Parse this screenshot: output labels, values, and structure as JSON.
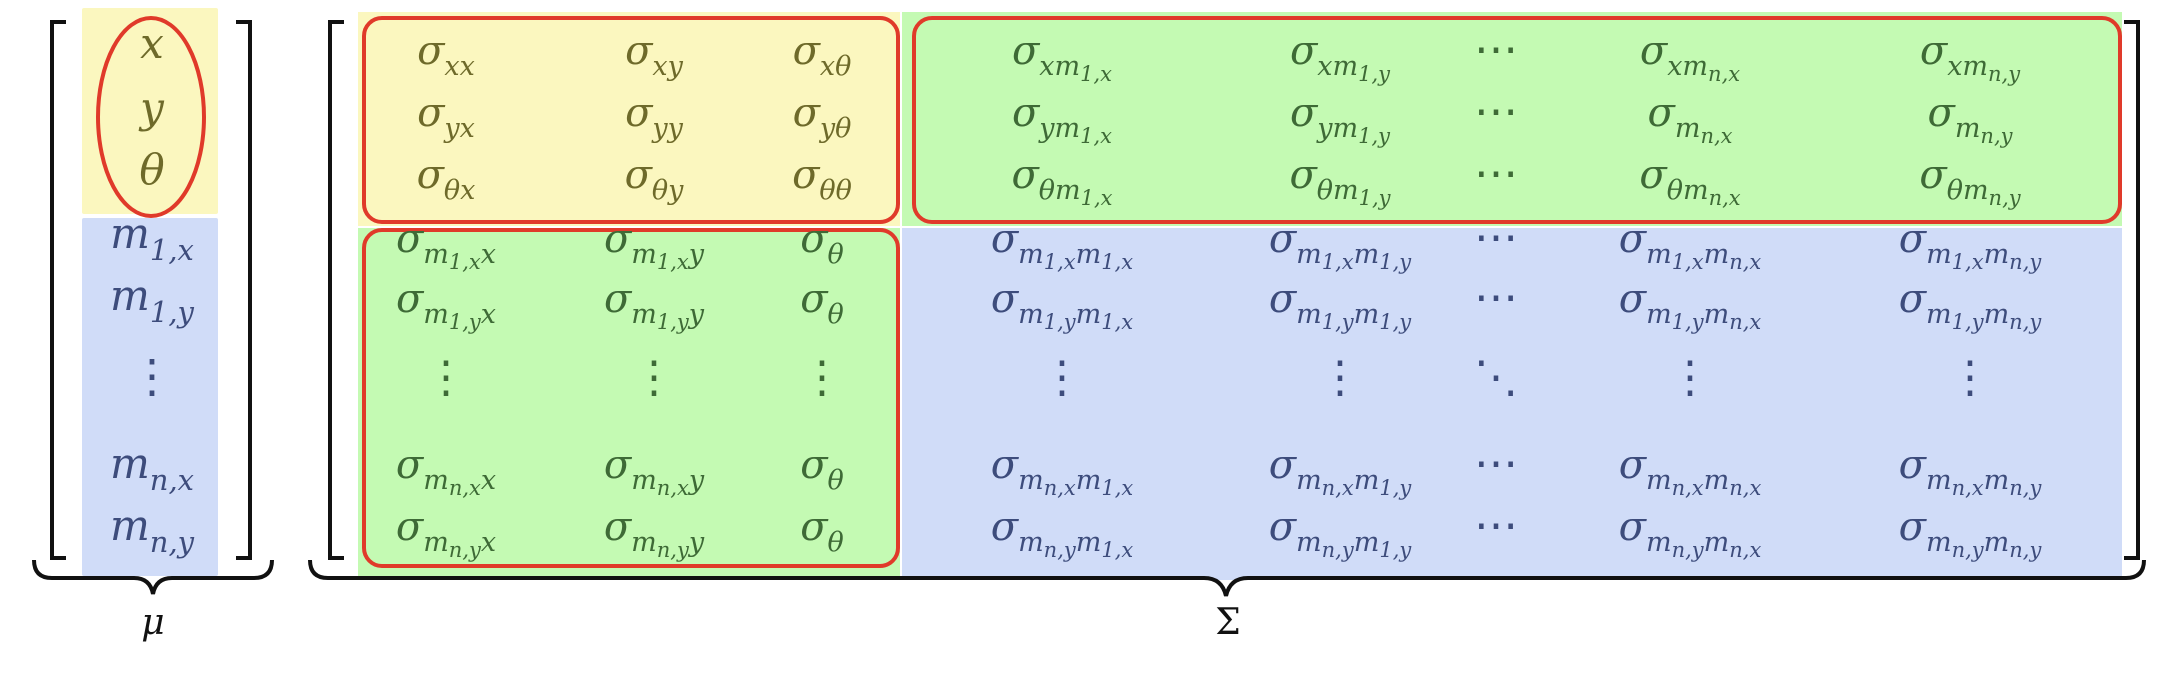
{
  "colors": {
    "pose_fill": "#fbf7bf",
    "cross_fill": "#c4fab3",
    "landmark_fill": "#d0dcf8",
    "highlight_stroke": "#e03a2a",
    "text_pose": "#6e6a2a",
    "text_cross": "#3e6a36",
    "text_landmark": "#3d4c7c",
    "bracket": "#111111"
  },
  "mu": {
    "label": "μ",
    "entries": [
      {
        "base": "x",
        "sub": ""
      },
      {
        "base": "y",
        "sub": ""
      },
      {
        "base": "θ",
        "sub": ""
      },
      {
        "base": "m",
        "sub": "1,x"
      },
      {
        "base": "m",
        "sub": "1,y"
      },
      {
        "base": "⋮",
        "sub": ""
      },
      {
        "base": "m",
        "sub": "n,x"
      },
      {
        "base": "m",
        "sub": "n,y"
      }
    ]
  },
  "sigma": {
    "label": "Σ",
    "rows": [
      [
        {
          "base": "σ",
          "sub": "xx"
        },
        {
          "base": "σ",
          "sub": "xy"
        },
        {
          "base": "σ",
          "sub": "xθ"
        },
        {
          "base": "σ",
          "sub": "xm",
          "subsub": "1,x"
        },
        {
          "base": "σ",
          "sub": "xm",
          "subsub": "1,y"
        },
        {
          "base": "⋯",
          "sub": ""
        },
        {
          "base": "σ",
          "sub": "xm",
          "subsub": "n,x"
        },
        {
          "base": "σ",
          "sub": "xm",
          "subsub": "n,y"
        }
      ],
      [
        {
          "base": "σ",
          "sub": "yx"
        },
        {
          "base": "σ",
          "sub": "yy"
        },
        {
          "base": "σ",
          "sub": "yθ"
        },
        {
          "base": "σ",
          "sub": "ym",
          "subsub": "1,x"
        },
        {
          "base": "σ",
          "sub": "ym",
          "subsub": "1,y"
        },
        {
          "base": "⋯",
          "sub": ""
        },
        {
          "base": "σ",
          "sub": "m",
          "subsub": "n,x"
        },
        {
          "base": "σ",
          "sub": "m",
          "subsub": "n,y"
        }
      ],
      [
        {
          "base": "σ",
          "sub": "θx"
        },
        {
          "base": "σ",
          "sub": "θy"
        },
        {
          "base": "σ",
          "sub": "θθ"
        },
        {
          "base": "σ",
          "sub": "θm",
          "subsub": "1,x"
        },
        {
          "base": "σ",
          "sub": "θm",
          "subsub": "1,y"
        },
        {
          "base": "⋯",
          "sub": ""
        },
        {
          "base": "σ",
          "sub": "θm",
          "subsub": "n,x"
        },
        {
          "base": "σ",
          "sub": "θm",
          "subsub": "n,y"
        }
      ],
      [
        {
          "base": "σ",
          "sub": "m",
          "subsub": "1,x",
          "tail": "x"
        },
        {
          "base": "σ",
          "sub": "m",
          "subsub": "1,x",
          "tail": "y"
        },
        {
          "base": "σ",
          "sub": "θ"
        },
        {
          "base": "σ",
          "sub": "m",
          "subsub": "1,x",
          "tail": "m",
          "tailsub": "1,x"
        },
        {
          "base": "σ",
          "sub": "m",
          "subsub": "1,x",
          "tail": "m",
          "tailsub": "1,y"
        },
        {
          "base": "⋯",
          "sub": ""
        },
        {
          "base": "σ",
          "sub": "m",
          "subsub": "1,x",
          "tail": "m",
          "tailsub": "n,x"
        },
        {
          "base": "σ",
          "sub": "m",
          "subsub": "1,x",
          "tail": "m",
          "tailsub": "n,y"
        }
      ],
      [
        {
          "base": "σ",
          "sub": "m",
          "subsub": "1,y",
          "tail": "x"
        },
        {
          "base": "σ",
          "sub": "m",
          "subsub": "1,y",
          "tail": "y"
        },
        {
          "base": "σ",
          "sub": "θ"
        },
        {
          "base": "σ",
          "sub": "m",
          "subsub": "1,y",
          "tail": "m",
          "tailsub": "1,x"
        },
        {
          "base": "σ",
          "sub": "m",
          "subsub": "1,y",
          "tail": "m",
          "tailsub": "1,y"
        },
        {
          "base": "⋯",
          "sub": ""
        },
        {
          "base": "σ",
          "sub": "m",
          "subsub": "1,y",
          "tail": "m",
          "tailsub": "n,x"
        },
        {
          "base": "σ",
          "sub": "m",
          "subsub": "1,y",
          "tail": "m",
          "tailsub": "n,y"
        }
      ],
      [
        {
          "base": "⋮",
          "sub": ""
        },
        {
          "base": "⋮",
          "sub": ""
        },
        {
          "base": "⋮",
          "sub": ""
        },
        {
          "base": "⋮",
          "sub": ""
        },
        {
          "base": "⋮",
          "sub": ""
        },
        {
          "base": "⋱",
          "sub": ""
        },
        {
          "base": "⋮",
          "sub": ""
        },
        {
          "base": "⋮",
          "sub": ""
        }
      ],
      [
        {
          "base": "σ",
          "sub": "m",
          "subsub": "n,x",
          "tail": "x"
        },
        {
          "base": "σ",
          "sub": "m",
          "subsub": "n,x",
          "tail": "y"
        },
        {
          "base": "σ",
          "sub": "θ"
        },
        {
          "base": "σ",
          "sub": "m",
          "subsub": "n,x",
          "tail": "m",
          "tailsub": "1,x"
        },
        {
          "base": "σ",
          "sub": "m",
          "subsub": "n,x",
          "tail": "m",
          "tailsub": "1,y"
        },
        {
          "base": "⋯",
          "sub": ""
        },
        {
          "base": "σ",
          "sub": "m",
          "subsub": "n,x",
          "tail": "m",
          "tailsub": "n,x"
        },
        {
          "base": "σ",
          "sub": "m",
          "subsub": "n,x",
          "tail": "m",
          "tailsub": "n,y"
        }
      ],
      [
        {
          "base": "σ",
          "sub": "m",
          "subsub": "n,y",
          "tail": "x"
        },
        {
          "base": "σ",
          "sub": "m",
          "subsub": "n,y",
          "tail": "y"
        },
        {
          "base": "σ",
          "sub": "θ"
        },
        {
          "base": "σ",
          "sub": "m",
          "subsub": "n,y",
          "tail": "m",
          "tailsub": "1,x"
        },
        {
          "base": "σ",
          "sub": "m",
          "subsub": "n,y",
          "tail": "m",
          "tailsub": "1,y"
        },
        {
          "base": "⋯",
          "sub": ""
        },
        {
          "base": "σ",
          "sub": "m",
          "subsub": "n,y",
          "tail": "m",
          "tailsub": "n,x"
        },
        {
          "base": "σ",
          "sub": "m",
          "subsub": "n,y",
          "tail": "m",
          "tailsub": "n,y"
        }
      ]
    ]
  }
}
